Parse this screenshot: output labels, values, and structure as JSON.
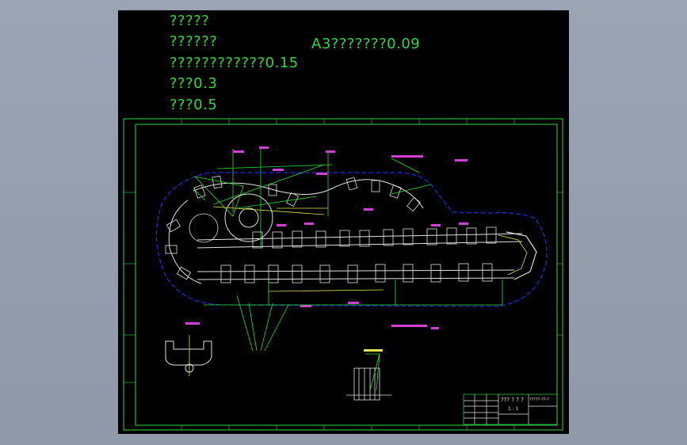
{
  "notes": {
    "line1": "?????",
    "line2": "??????",
    "line3": "????????????0.15",
    "line4": "???0.3",
    "line5": "???0.5",
    "scale_note": "A3???????0.09"
  },
  "title_block": {
    "drawing_title": "??? ? ? ?",
    "scale": "1 : 1",
    "drawing_code": "?????-??-?"
  },
  "colors": {
    "background": "#000000",
    "viewer": "#97a1b0",
    "note_text": "#2fd93f",
    "frame": "#2fd93f",
    "outline": "#1f2fd8",
    "part": "#e0e0e0",
    "dimension": "#d23fd6",
    "leader": "#27e02f",
    "highlight": "#e2e24a"
  }
}
